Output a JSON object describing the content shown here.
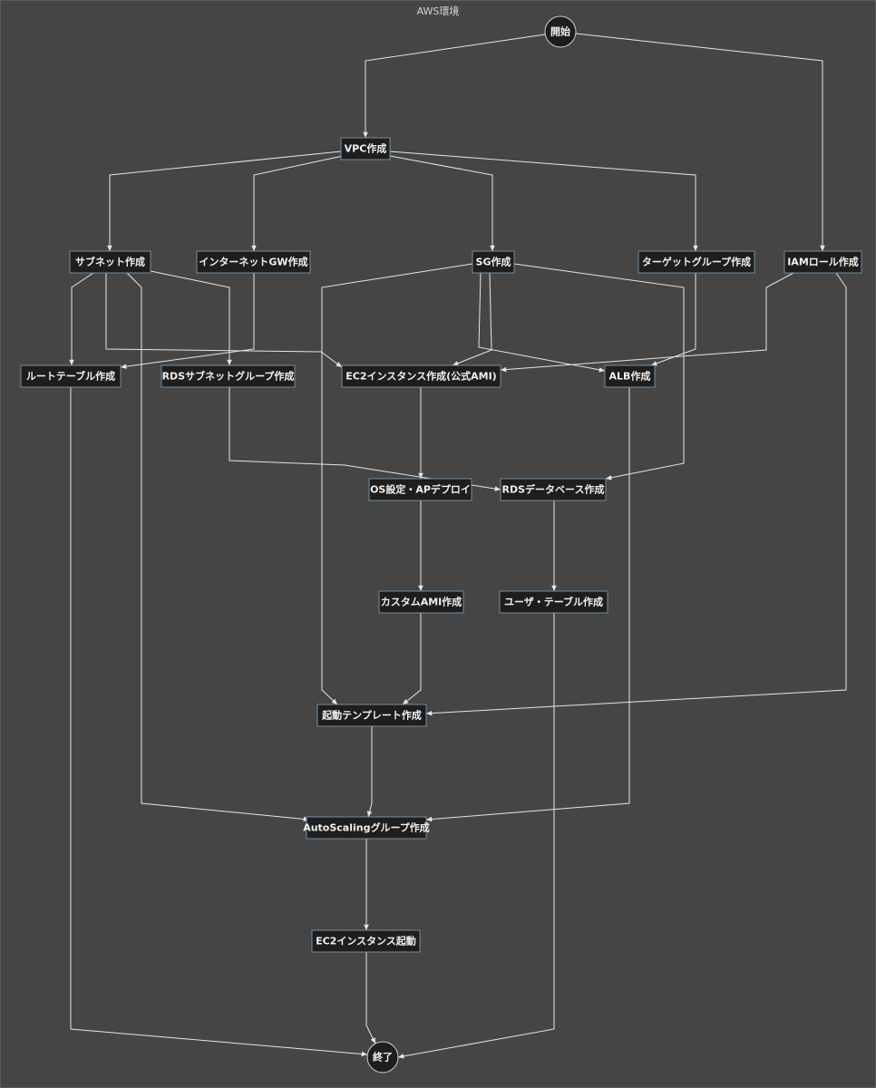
{
  "title": "AWS環境",
  "colors": {
    "background": "#454545",
    "node_fill": "#1e1e1e",
    "node_border": "#6f8fa8",
    "edge": "#e6e6e6",
    "text": "#f0f0f0"
  },
  "nodes": [
    {
      "id": "start",
      "label": "開始",
      "shape": "circle"
    },
    {
      "id": "vpc",
      "label": "VPC作成",
      "shape": "rect"
    },
    {
      "id": "subnet",
      "label": "サブネット作成",
      "shape": "rect"
    },
    {
      "id": "igw",
      "label": "インターネットGW作成",
      "shape": "rect"
    },
    {
      "id": "sg",
      "label": "SG作成",
      "shape": "rect"
    },
    {
      "id": "tg",
      "label": "ターゲットグループ作成",
      "shape": "rect"
    },
    {
      "id": "iam",
      "label": "IAMロール作成",
      "shape": "rect"
    },
    {
      "id": "rt",
      "label": "ルートテーブル作成",
      "shape": "rect"
    },
    {
      "id": "rdssub",
      "label": "RDSサブネットグループ作成",
      "shape": "rect"
    },
    {
      "id": "ec2",
      "label": "EC2インスタンス作成(公式AMI)",
      "shape": "rect"
    },
    {
      "id": "alb",
      "label": "ALB作成",
      "shape": "rect"
    },
    {
      "id": "os",
      "label": "OS設定・APデプロイ",
      "shape": "rect"
    },
    {
      "id": "rds",
      "label": "RDSデータベース作成",
      "shape": "rect"
    },
    {
      "id": "ami",
      "label": "カスタムAMI作成",
      "shape": "rect"
    },
    {
      "id": "user",
      "label": "ユーザ・テーブル作成",
      "shape": "rect"
    },
    {
      "id": "lt",
      "label": "起動テンプレート作成",
      "shape": "rect"
    },
    {
      "id": "asg",
      "label": "AutoScalingグループ作成",
      "shape": "rect"
    },
    {
      "id": "ec2start",
      "label": "EC2インスタンス起動",
      "shape": "rect"
    },
    {
      "id": "end",
      "label": "終了",
      "shape": "circle"
    }
  ],
  "edges": [
    {
      "from": "start",
      "to": "vpc"
    },
    {
      "from": "start",
      "to": "iam"
    },
    {
      "from": "vpc",
      "to": "subnet"
    },
    {
      "from": "vpc",
      "to": "igw"
    },
    {
      "from": "vpc",
      "to": "sg"
    },
    {
      "from": "vpc",
      "to": "tg"
    },
    {
      "from": "subnet",
      "to": "rt"
    },
    {
      "from": "subnet",
      "to": "ec2"
    },
    {
      "from": "subnet",
      "to": "rdssub"
    },
    {
      "from": "subnet",
      "to": "asg"
    },
    {
      "from": "igw",
      "to": "rt"
    },
    {
      "from": "sg",
      "to": "ec2"
    },
    {
      "from": "sg",
      "to": "alb"
    },
    {
      "from": "sg",
      "to": "lt"
    },
    {
      "from": "sg",
      "to": "rds"
    },
    {
      "from": "tg",
      "to": "alb"
    },
    {
      "from": "iam",
      "to": "ec2"
    },
    {
      "from": "iam",
      "to": "lt"
    },
    {
      "from": "rdssub",
      "to": "rds"
    },
    {
      "from": "ec2",
      "to": "os"
    },
    {
      "from": "alb",
      "to": "asg"
    },
    {
      "from": "os",
      "to": "ami"
    },
    {
      "from": "rds",
      "to": "user"
    },
    {
      "from": "ami",
      "to": "lt"
    },
    {
      "from": "lt",
      "to": "asg"
    },
    {
      "from": "asg",
      "to": "ec2start"
    },
    {
      "from": "ec2start",
      "to": "end"
    },
    {
      "from": "rt",
      "to": "end"
    },
    {
      "from": "user",
      "to": "end"
    }
  ]
}
